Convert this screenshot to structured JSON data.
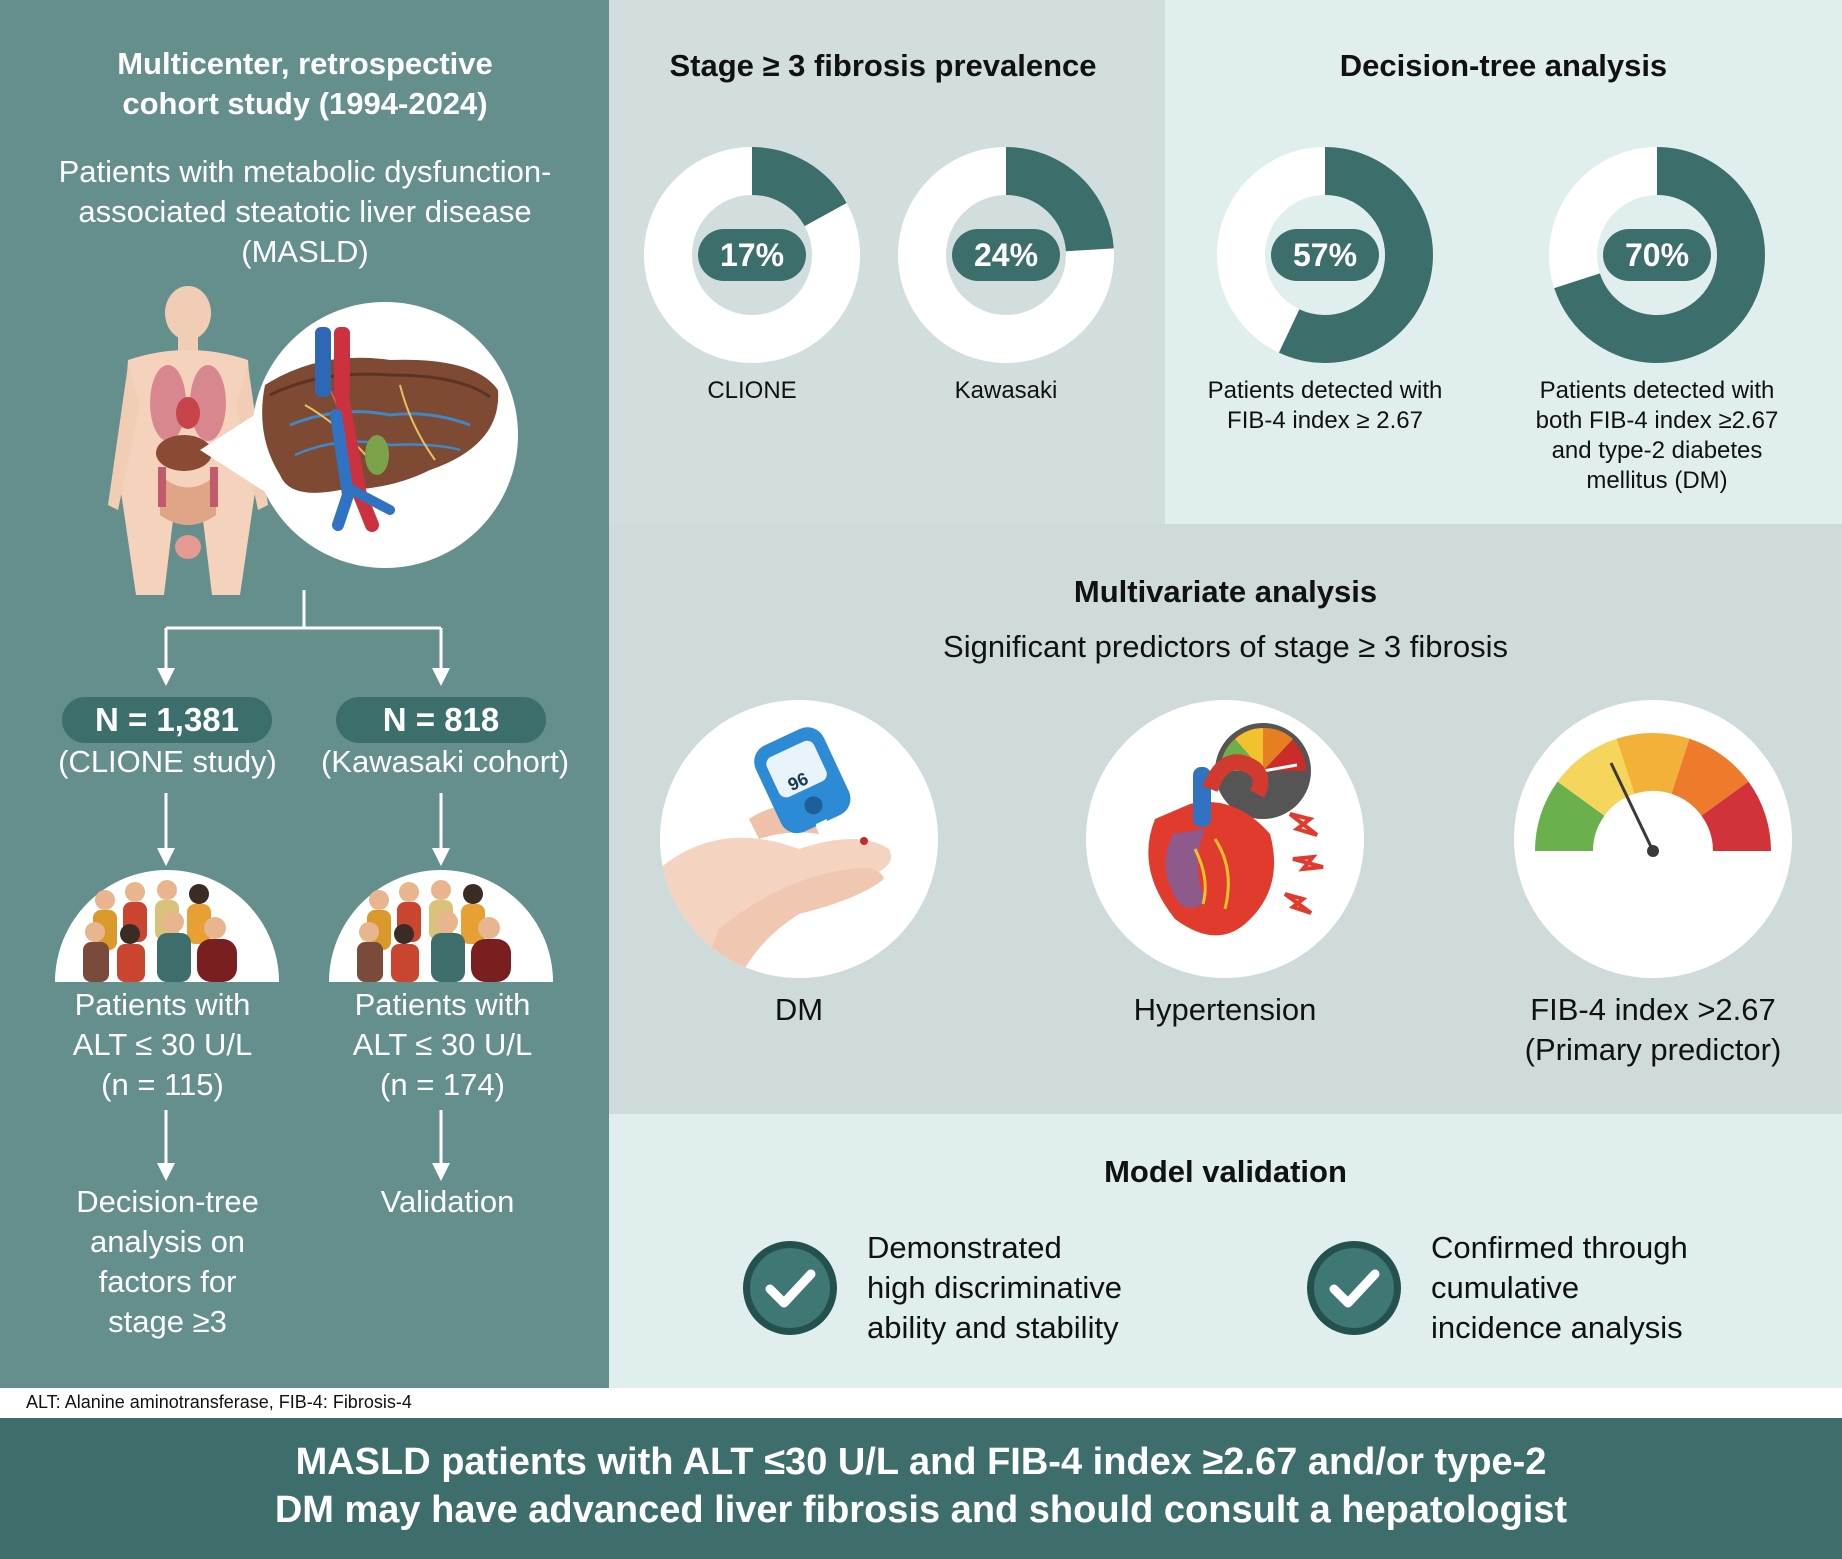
{
  "left": {
    "title": "Multicenter, retrospective cohort study (1994-2024)",
    "subtitle": "Patients with metabolic dysfunction-associated steatotic liver disease (MASLD)",
    "cohort_a": {
      "n": "N = 1,381",
      "name": "(CLIONE study)",
      "patients_line1": "Patients with",
      "patients_line2": "ALT ≤ 30 U/L",
      "patients_line3": "(n = 115)",
      "outcome_line1": "Decision-tree",
      "outcome_line2": "analysis on",
      "outcome_line3": "factors for",
      "outcome_line4": "stage ≥3"
    },
    "cohort_b": {
      "n": "N = 818",
      "name": "(Kawasaki cohort)",
      "patients_line1": "Patients with",
      "patients_line2": "ALT ≤ 30 U/L",
      "patients_line3": "(n = 174)",
      "outcome": "Validation"
    }
  },
  "prevalence": {
    "heading": "Stage ≥ 3 fibrosis prevalence",
    "items": [
      {
        "pct_label": "17%",
        "value": 17,
        "label": "CLIONE"
      },
      {
        "pct_label": "24%",
        "value": 24,
        "label": "Kawasaki"
      }
    ]
  },
  "tree": {
    "heading": "Decision-tree analysis",
    "items": [
      {
        "pct_label": "57%",
        "value": 57,
        "label_line1": "Patients detected with",
        "label_line2": "FIB-4 index ≥ 2.67"
      },
      {
        "pct_label": "70%",
        "value": 70,
        "label_line1": "Patients detected with",
        "label_line2": "both FIB-4 index ≥2.67",
        "label_line3": "and type-2 diabetes",
        "label_line4": "mellitus (DM)"
      }
    ]
  },
  "multivariate": {
    "heading": "Multivariate analysis",
    "subheading": "Significant predictors of stage ≥ 3 fibrosis",
    "meter_reading": "96",
    "predictors": [
      {
        "label": "DM"
      },
      {
        "label": "Hypertension"
      },
      {
        "label_line1": "FIB-4 index >2.67",
        "label_line2": "(Primary predictor)"
      }
    ]
  },
  "validation": {
    "heading": "Model validation",
    "items": [
      {
        "line1": "Demonstrated",
        "line2": "high discriminative",
        "line3": "ability and stability"
      },
      {
        "line1": "Confirmed through",
        "line2": "cumulative",
        "line3": "incidence analysis"
      }
    ]
  },
  "footnote": "ALT: Alanine aminotransferase, FIB-4: Fibrosis-4",
  "conclusion": {
    "line1": "MASLD patients with ALT ≤30 U/L and FIB-4 index ≥2.67 and/or type-2",
    "line2": "DM may have advanced liver fibrosis and should consult a hepatologist"
  },
  "colors": {
    "left_panel": "#658f8d",
    "accent": "#3c6f6c",
    "bottom_band": "#3d6e6b"
  }
}
